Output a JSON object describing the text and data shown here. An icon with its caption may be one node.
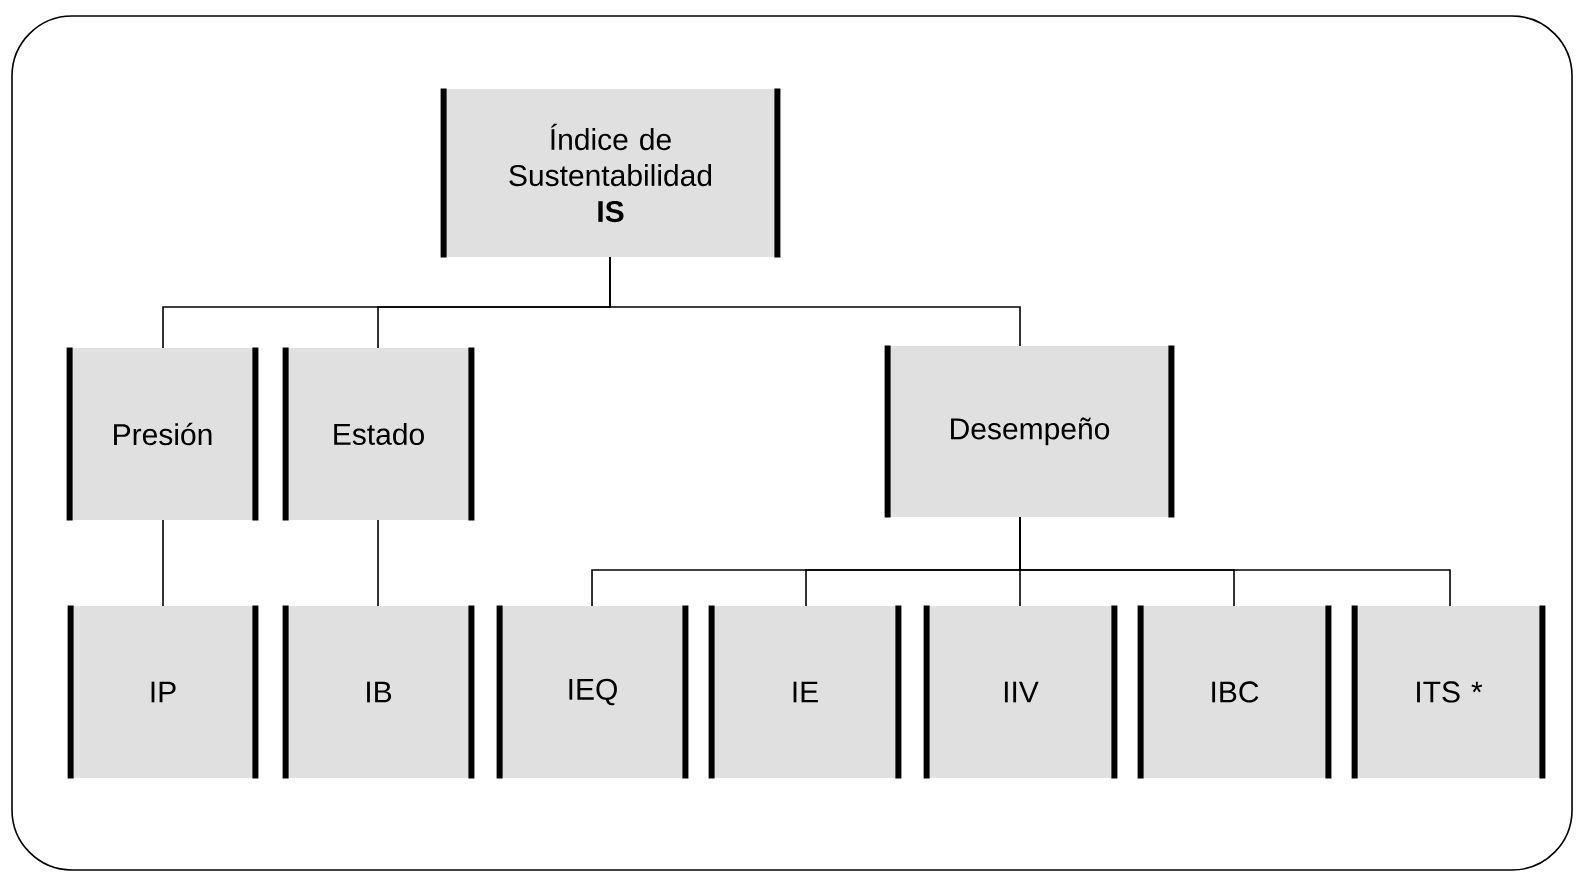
{
  "diagram": {
    "nodes": [
      {
        "text": [
          "Índice de Sustentabilidad",
          "IS"
        ]
      },
      {
        "text": [
          "Presión"
        ]
      },
      {
        "text": [
          "Estado"
        ]
      },
      {
        "text": [
          "Desempeño"
        ]
      },
      {
        "text": [
          "IP"
        ]
      },
      {
        "text": [
          "IB"
        ]
      },
      {
        "text": [
          "IEQ"
        ]
      },
      {
        "text": [
          "IE"
        ]
      },
      {
        "text": [
          "IIV"
        ]
      },
      {
        "text": [
          "IBC"
        ]
      },
      {
        "text": [
          "ITS *"
        ]
      }
    ],
    "edges": [
      {
        "from": 0,
        "to": 1,
        "arrow": "none"
      },
      {
        "from": 0,
        "to": 2,
        "arrow": "none"
      },
      {
        "from": 0,
        "to": 3,
        "arrow": "none"
      },
      {
        "from": 1,
        "to": 4,
        "arrow": "none"
      },
      {
        "from": 2,
        "to": 5,
        "arrow": "none"
      },
      {
        "from": 3,
        "to": 6,
        "arrow": "none"
      },
      {
        "from": 3,
        "to": 7,
        "arrow": "none"
      },
      {
        "from": 3,
        "to": 8,
        "arrow": "none"
      },
      {
        "from": 3,
        "to": 9,
        "arrow": "none"
      },
      {
        "from": 3,
        "to": 10,
        "arrow": "none"
      }
    ]
  }
}
